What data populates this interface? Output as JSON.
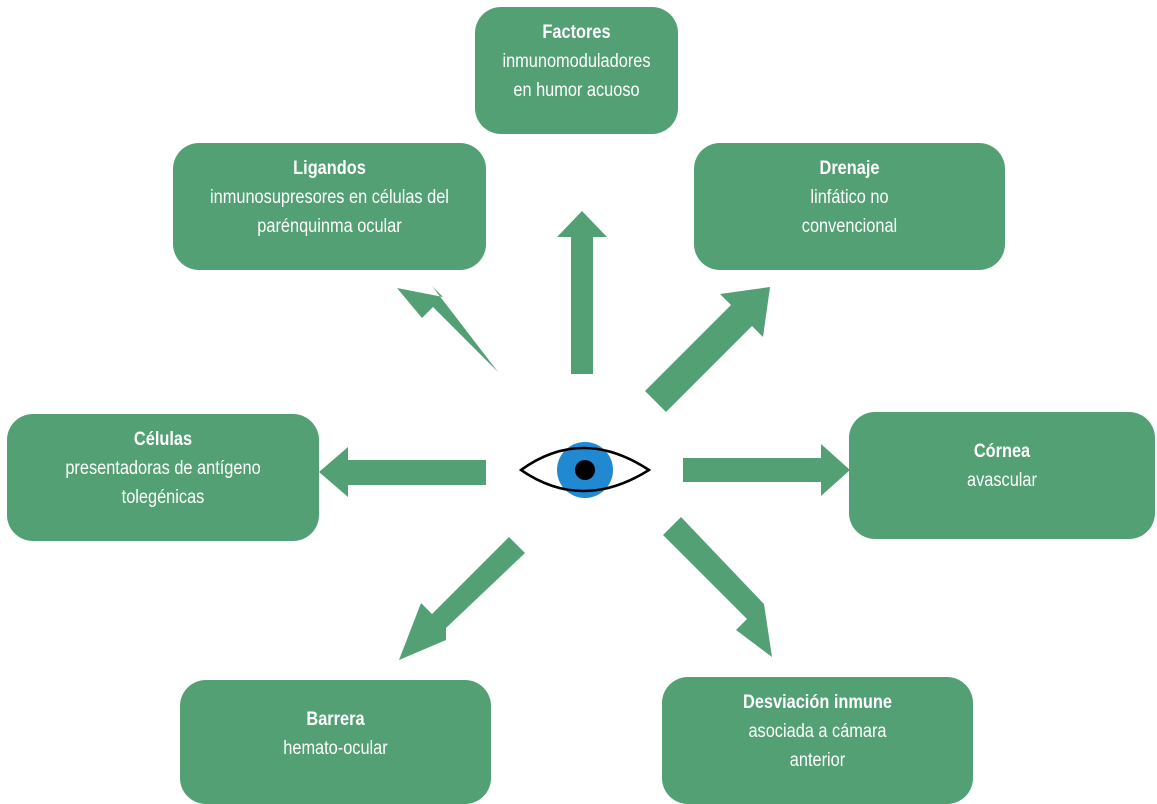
{
  "colors": {
    "box_fill": "#52a074",
    "arrow_fill": "#52a074",
    "iris": "#2188d2",
    "pupil": "#000000",
    "text": "#ffffff"
  },
  "center": {
    "icon": "eye-icon"
  },
  "boxes": {
    "factores": {
      "title": "Factores",
      "line1": "inmunomoduladores",
      "line2": "en humor acuoso"
    },
    "ligandos": {
      "title": "Ligandos",
      "line1": "inmunosupresores en células del",
      "line2": "parénquinma ocular"
    },
    "drenaje": {
      "title": "Drenaje",
      "line1": "linfático no",
      "line2": "convencional"
    },
    "celulas": {
      "title": "Células",
      "line1": "presentadoras de antígeno",
      "line2": "tolegénicas"
    },
    "cornea": {
      "title": "Córnea",
      "line1": "avascular"
    },
    "barrera": {
      "title": "Barrera",
      "line1": "hemato-ocular"
    },
    "desviacion": {
      "title": "Desviación inmune",
      "line1": "asociada a cámara",
      "line2": "anterior"
    }
  }
}
